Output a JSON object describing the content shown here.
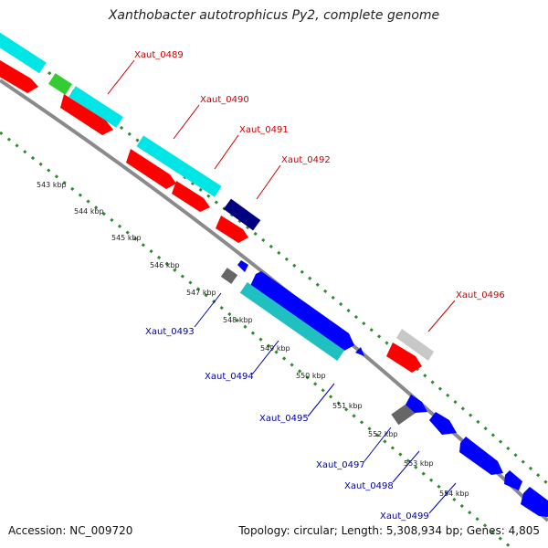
{
  "title": "Xanthobacter autotrophicus Py2, complete genome",
  "accession_text": "Accession: NC_009720",
  "summary_text": "Topology: circular; Length: 5,308,934 bp; Genes: 4,805",
  "colors": {
    "backbone": "#8a8a8a",
    "tick_dots": "#2e8b2e",
    "forward_label": "#cc0000",
    "reverse_label": "#0000aa",
    "cds_red": "#ff0000",
    "cds_cyan": "#00e5e5",
    "cds_green": "#33cc33",
    "cds_blue": "#0000ff",
    "cds_navy": "#000080",
    "cds_gray": "#666666",
    "cds_lightgray": "#c8c8c8",
    "cds_teal": "#20c0c0"
  },
  "kbp_labels": [
    "543 kbp",
    "544 kbp",
    "545 kbp",
    "546 kbp",
    "547 kbp",
    "548 kbp",
    "549 kbp",
    "550 kbp",
    "551 kbp",
    "552 kbp",
    "553 kbp",
    "554 kbp"
  ],
  "forward_gene_labels": [
    "Xaut_0489",
    "Xaut_0490",
    "Xaut_0491",
    "Xaut_0492",
    "Xaut_0496"
  ],
  "reverse_gene_labels": [
    "Xaut_0493",
    "Xaut_0494",
    "Xaut_0495",
    "Xaut_0497",
    "Xaut_0498",
    "Xaut_0499"
  ]
}
